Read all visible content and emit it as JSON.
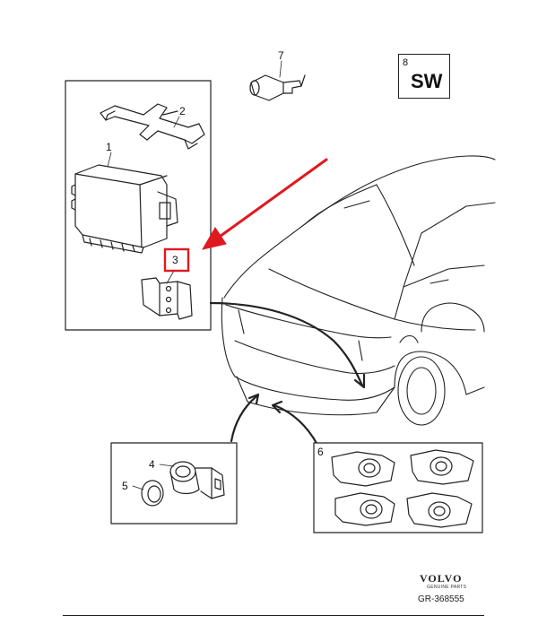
{
  "callouts": {
    "p1": "1",
    "p2": "2",
    "p3": "3",
    "p4": "4",
    "p5": "5",
    "p6": "6",
    "p7": "7",
    "p8": "8"
  },
  "badge": {
    "text": "SW"
  },
  "brand": {
    "name": "VOLVO",
    "sub": "GENUINE PARTS"
  },
  "reference": "GR-368555",
  "colors": {
    "highlight": "#e0191f",
    "line": "#222222"
  }
}
